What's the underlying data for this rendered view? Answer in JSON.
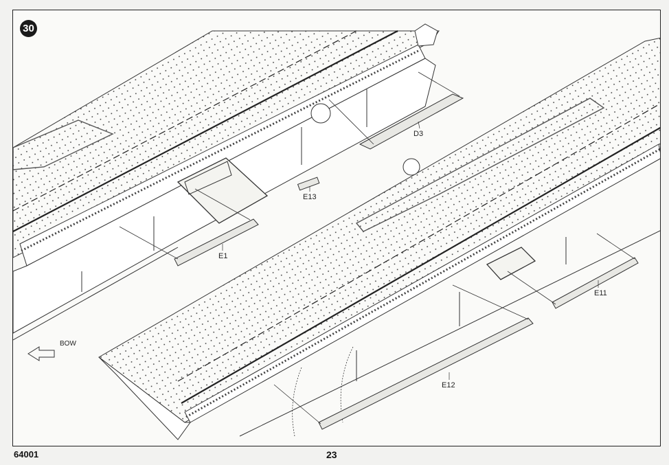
{
  "step": "30",
  "labels": {
    "d3": "D3",
    "e13": "E13",
    "e1": "E1",
    "e11": "E11",
    "e12": "E12",
    "bow": "BOW"
  },
  "footer": {
    "kit_number": "64001",
    "page_number": "23"
  },
  "colors": {
    "line": "#333333",
    "paper": "#fafaf8",
    "part_fill": "#e8e8e4"
  }
}
